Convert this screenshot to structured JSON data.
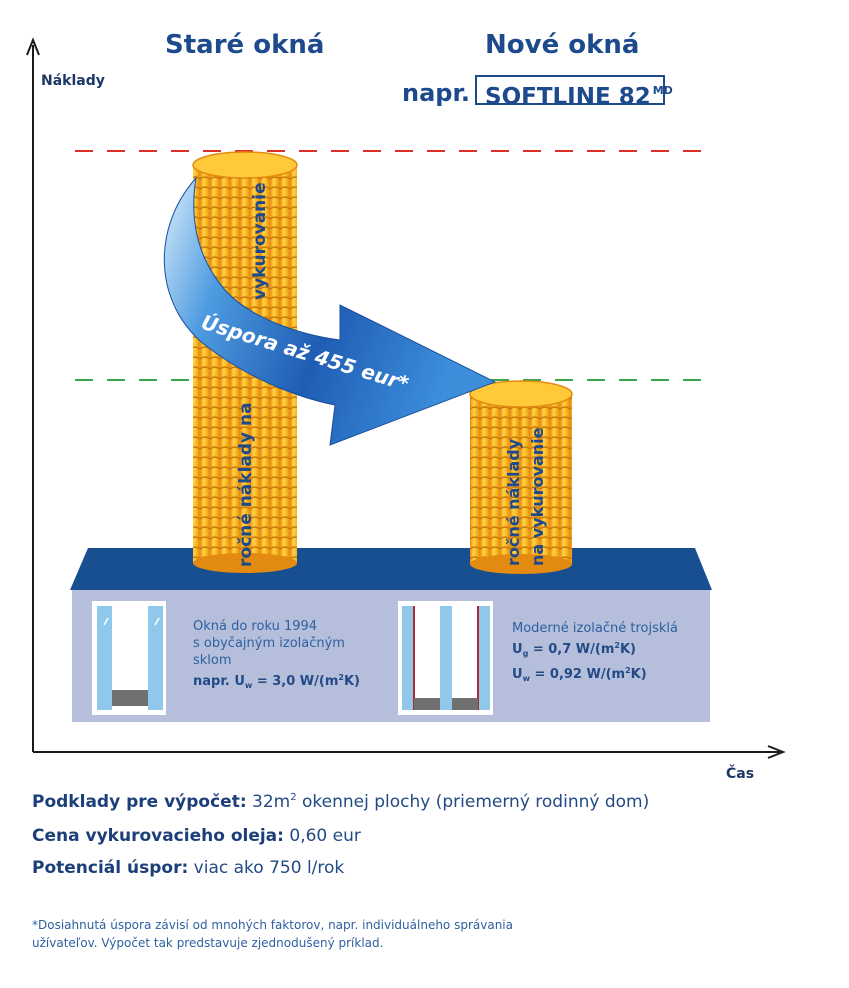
{
  "diagram": {
    "title_old": "Staré okná",
    "title_new": "Nové okná",
    "prefix_new": "napr.",
    "product_name": "SOFTLINE 82",
    "product_suffix": "MD",
    "y_axis_label": "Náklady",
    "x_axis_label": "Čas",
    "arrow_text": "Úspora až 455 eur*",
    "stack_old_label_top": "vykurovanie",
    "stack_old_label_bottom": "ročné náklady na",
    "stack_new_label_line1": "ročné náklady",
    "stack_new_label_line2": "na vykurovanie"
  },
  "info_old": {
    "line1": "Okná do roku 1994",
    "line2": "s obyčajným izolačným",
    "line3": "sklom",
    "u_prefix": "napr. U",
    "u_sub": "w",
    "u_value": " = 3,0 W/(m",
    "u_sup": "2",
    "u_end": "K)"
  },
  "info_new": {
    "line1": "Moderné izolačné trojsklá",
    "ug_prefix": "U",
    "ug_sub": "g",
    "ug_value": " = 0,7 W/(m",
    "ug_sup": "2",
    "ug_end": "K)",
    "uw_prefix": "U",
    "uw_sub": "w",
    "uw_value": " = 0,92 W/(m",
    "uw_sup": "2",
    "uw_end": "K)"
  },
  "bottom": {
    "basis_label": "Podklady pre výpočet:",
    "basis_value_a": " 32m",
    "basis_sup": "2",
    "basis_value_b": " okennej plochy (priemerný rodinný dom)",
    "price_label": "Cena vykurovacieho oleja:",
    "price_value": " 0,60 eur",
    "potential_label": "Potenciál úspor:",
    "potential_value": " viac ako 750 l/rok"
  },
  "footnote": "*Dosiahnutá úspora závisí od mnohých faktorov, napr. individuálneho správania užívateľov. Výpočet tak predstavuje zjednodušený príklad.",
  "colors": {
    "navy": "#1c4a8d",
    "red_dash": "#d9302c",
    "green_dash": "#3aa64a",
    "coin_gold": "#f7b21a",
    "platform": "#174f91",
    "panel": "#b5bfdc",
    "arrow_blue": "#2c6fc4"
  }
}
